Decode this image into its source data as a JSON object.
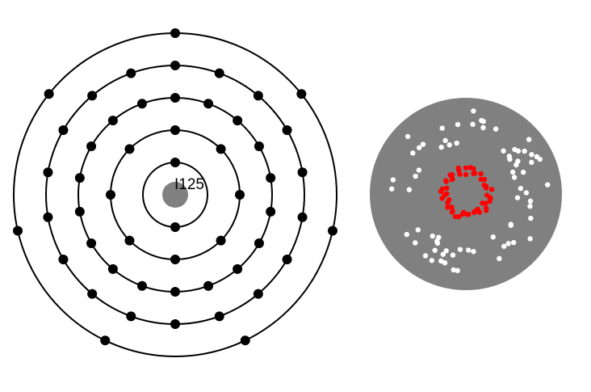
{
  "atom": {
    "label": "I125",
    "shell_electron_counts": [
      2,
      8,
      18,
      18,
      7
    ],
    "nucleus_color": "#808080",
    "electron_color": "#000000",
    "orbit_color": "#000000"
  },
  "nucleus_view": {
    "background_color": "#808080",
    "proton_color": "#ff0000",
    "neutron_color": "#ffffff",
    "protons": 53,
    "neutrons": 72
  }
}
